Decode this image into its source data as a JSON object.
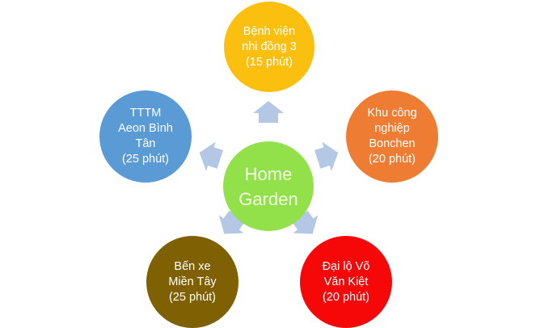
{
  "diagram": {
    "type": "radial-hub",
    "center": {
      "label": "Home\nGarden",
      "color": "#92e04a"
    },
    "arrow_color": "#b4c8e6",
    "nodes": [
      {
        "id": "top",
        "label": "Bệnh viện\nnhi đồng 3\n(15 phút)",
        "place": "Bệnh viện nhi đồng 3",
        "time": "15 phút",
        "color": "#fbbf10"
      },
      {
        "id": "right",
        "label": "Khu công\nnghiệp\nBonchen\n(20 phút)",
        "place": "Khu công nghiệp Bonchen",
        "time": "20 phút",
        "color": "#ee7c33"
      },
      {
        "id": "bottom-right",
        "label": "Đại lộ Võ\nVăn Kiệt\n(20 phút)",
        "place": "Đại lộ Võ Văn Kiệt",
        "time": "20 phút",
        "color": "#f60808"
      },
      {
        "id": "bottom-left",
        "label": "Bến xe\nMiền Tây\n(25 phút)",
        "place": "Bến xe Miền Tây",
        "time": "25 phút",
        "color": "#7f6003"
      },
      {
        "id": "left",
        "label": "TTTM\nAeon Bình\nTân\n(25 phút)",
        "place": "TTTM Aeon Bình Tân",
        "time": "25 phút",
        "color": "#5a9bd5"
      }
    ]
  }
}
